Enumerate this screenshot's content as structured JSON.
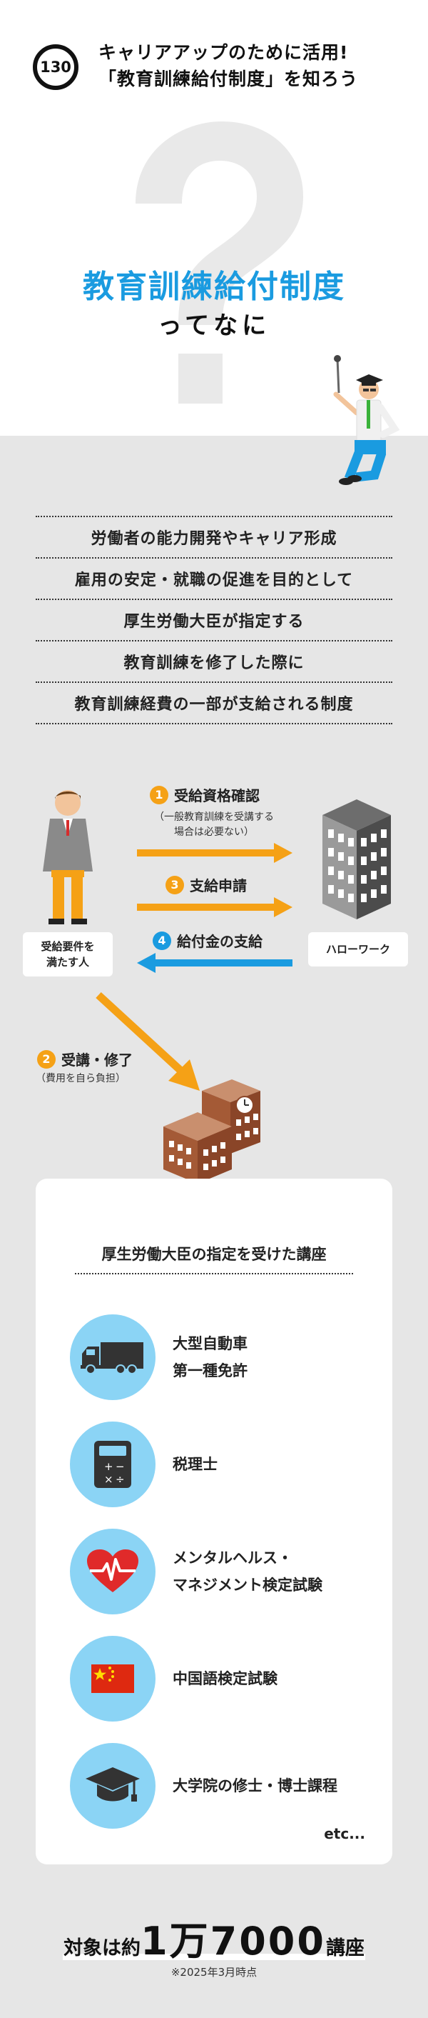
{
  "header": {
    "number": "130",
    "title_line1": "キャリアアップのために活用!",
    "title_line2": "「教育訓練給付制度」を知ろう"
  },
  "hero": {
    "title": "教育訓練給付制度",
    "subtitle": "ってなに"
  },
  "definition": [
    "労働者の能力開発やキャリア形成",
    "雇用の安定・就職の促進を目的として",
    "厚生労働大臣が指定する",
    "教育訓練を修了した際に",
    "教育訓練経費の一部が支給される制度"
  ],
  "flow": {
    "person_label_line1": "受給要件を",
    "person_label_line2": "満たす人",
    "office_label": "ハローワーク",
    "steps": [
      {
        "num": "1",
        "label": "受給資格確認",
        "note_line1": "（一般教育訓練を受講する",
        "note_line2": "場合は必要ない）"
      },
      {
        "num": "3",
        "label": "支給申請"
      },
      {
        "num": "4",
        "label": "給付金の支給"
      },
      {
        "num": "2",
        "label": "受講・修了",
        "note": "（費用を自ら負担）"
      }
    ]
  },
  "courses": {
    "title": "厚生労働大臣の指定を受けた講座",
    "items": [
      {
        "label": "大型自動車\n第一種免許",
        "icon": "truck-icon"
      },
      {
        "label": "税理士",
        "icon": "calculator-icon"
      },
      {
        "label": "メンタルヘルス・\nマネジメント検定試験",
        "icon": "heart-pulse-icon"
      },
      {
        "label": "中国語検定試験",
        "icon": "china-flag-icon"
      },
      {
        "label": "大学院の修士・博士課程",
        "icon": "graduation-cap-icon"
      }
    ],
    "etc": "etc..."
  },
  "summary": {
    "prefix": "対象は約",
    "number": "1万7000",
    "suffix": "講座",
    "footnote": "※2025年3月時点"
  },
  "colors": {
    "blue": "#1a9be0",
    "orange": "#f5a116",
    "light_blue": "#8bd4f5"
  }
}
